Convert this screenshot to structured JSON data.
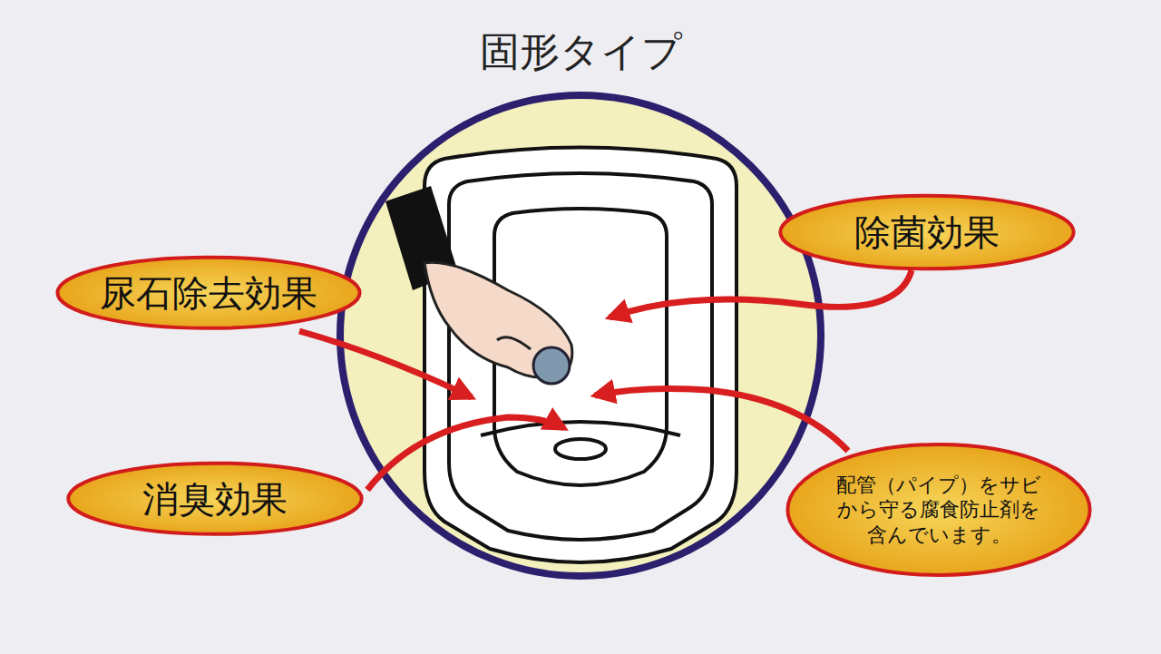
{
  "diagram": {
    "title": "固形タイプ",
    "nodes": [
      {
        "text": [
          "除菌効果"
        ]
      },
      {
        "text": [
          "尿石除去効果"
        ]
      },
      {
        "text": [
          "消臭効果"
        ]
      },
      {
        "text": [
          "配管（パイプ）をサビから守る腐食防止剤を含んでいます。"
        ]
      }
    ]
  }
}
